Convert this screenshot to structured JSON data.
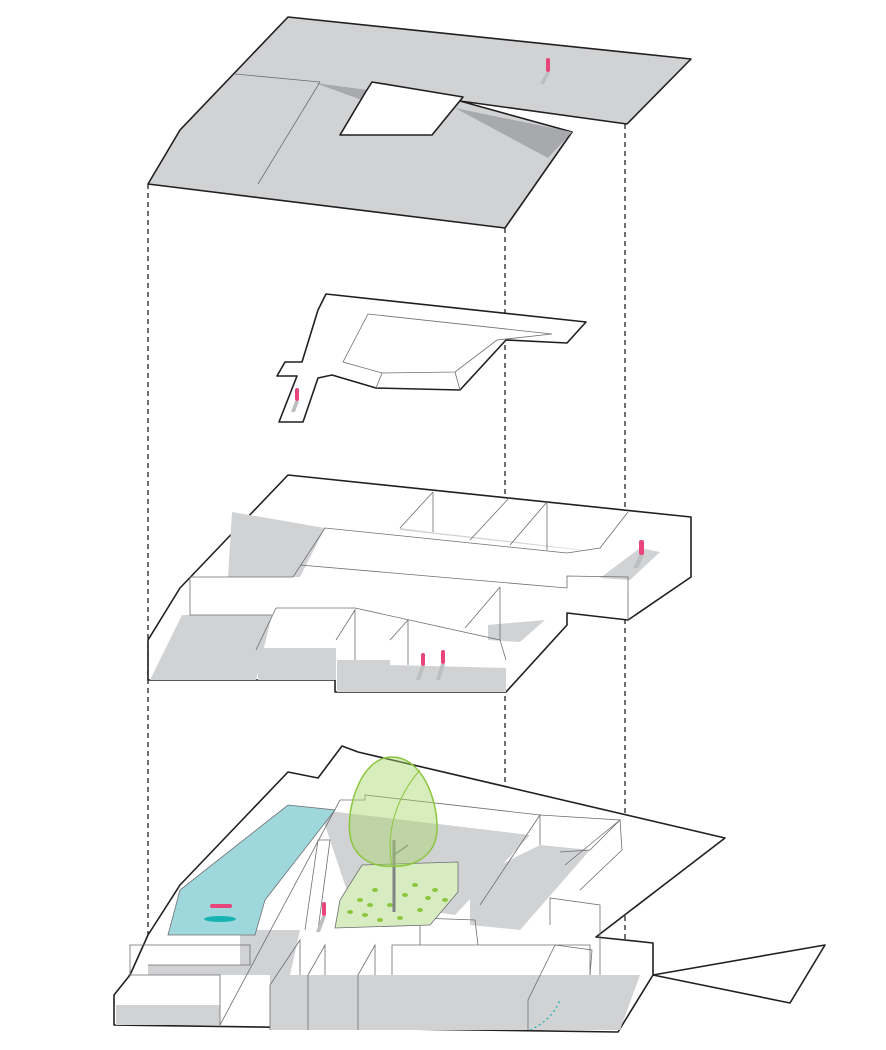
{
  "diagram": {
    "type": "exploded-axonometric",
    "levels": [
      "roof",
      "upper-floor",
      "middle-floor",
      "ground-floor"
    ],
    "colors": {
      "floor_gray": "#d1d2d4",
      "shadow_gray": "#a7a9ac",
      "line": "#231f20",
      "person": "#e8457a",
      "pool": "#9ed8dc",
      "pool_accent": "#17b3b3",
      "tree": "#a6d86b",
      "tree_fill": "#d7ecc0"
    }
  }
}
